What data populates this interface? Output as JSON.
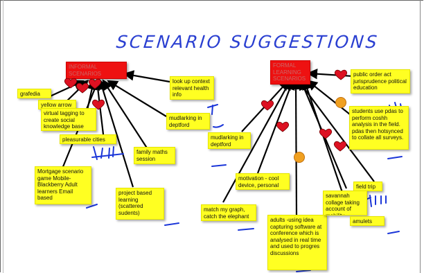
{
  "title": "SCENARIO SUGGESTIONS",
  "informal": {
    "heading": "INFORMAL SCENARIOS",
    "notes": [
      "grafedia",
      "yellow arrow",
      "virtual tagging to create social knowledge base",
      "pleasurable cities",
      "Mortgage scenario game Mobile-Blackberry Adult learners Email based",
      "project based learning (scattered sudents)",
      "family maths session",
      "mudlarking in deptford",
      "look up context relevant health info"
    ]
  },
  "formal": {
    "heading": "FORMAL LEARNING SCENARIOS",
    "notes": [
      "public order act jurisprudence political education",
      "students use pdas to perform coshh analysis in the field. pdas then hotsynced to collate all surveys.",
      "mudlarking in deptford",
      "motivation - cool device, personal",
      "match my graph, catch the elephant",
      "adults -using idea capturing software at conference which is analysed in real time and used to progres discussions",
      "field trip",
      "savannah collage taking account of mobility",
      "amulets"
    ]
  },
  "colors": {
    "title": "#2a3fd1",
    "note": "#ffff22",
    "heading_note": "#ee1111",
    "heart": "#dd1122",
    "vote_dot": "#f0a020",
    "pen": "#1a35d8"
  },
  "icons": [
    "heart-icon",
    "vote-dot-icon"
  ]
}
